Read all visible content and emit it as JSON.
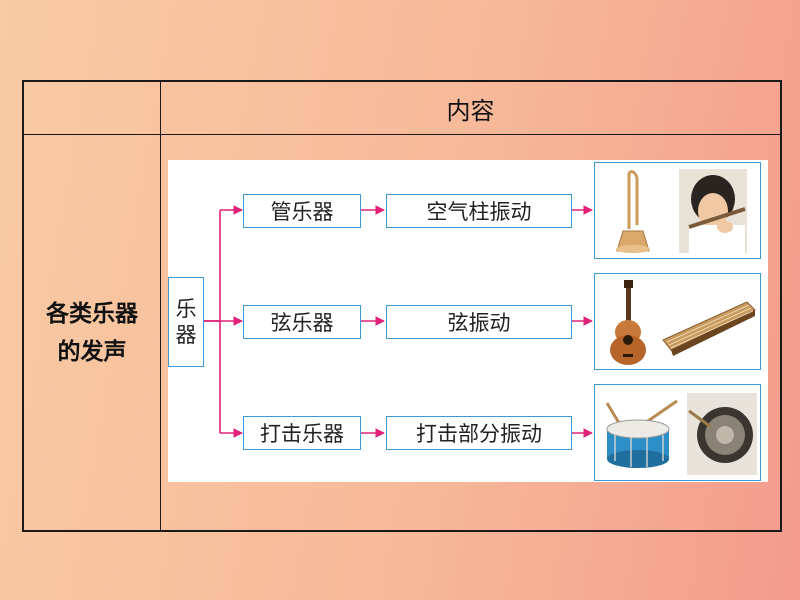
{
  "table": {
    "header": "内容",
    "row_title_line1": "各类乐器",
    "row_title_line2": "的发声"
  },
  "diagram": {
    "root_char1": "乐",
    "root_char2": "器",
    "branches": [
      {
        "category": "管乐器",
        "cause": "空气柱振动",
        "images": [
          "bugle-image",
          "flute-player-image"
        ]
      },
      {
        "category": "弦乐器",
        "cause": "弦振动",
        "images": [
          "guitar-image",
          "guzheng-image"
        ]
      },
      {
        "category": "打击乐器",
        "cause": "打击部分振动",
        "images": [
          "drum-image",
          "gong-image"
        ]
      }
    ]
  },
  "colors": {
    "arrow": "#e0207a",
    "box_border": "#3b9ad6",
    "background_gradient": [
      "#f8cba4",
      "#f39b8d"
    ]
  }
}
